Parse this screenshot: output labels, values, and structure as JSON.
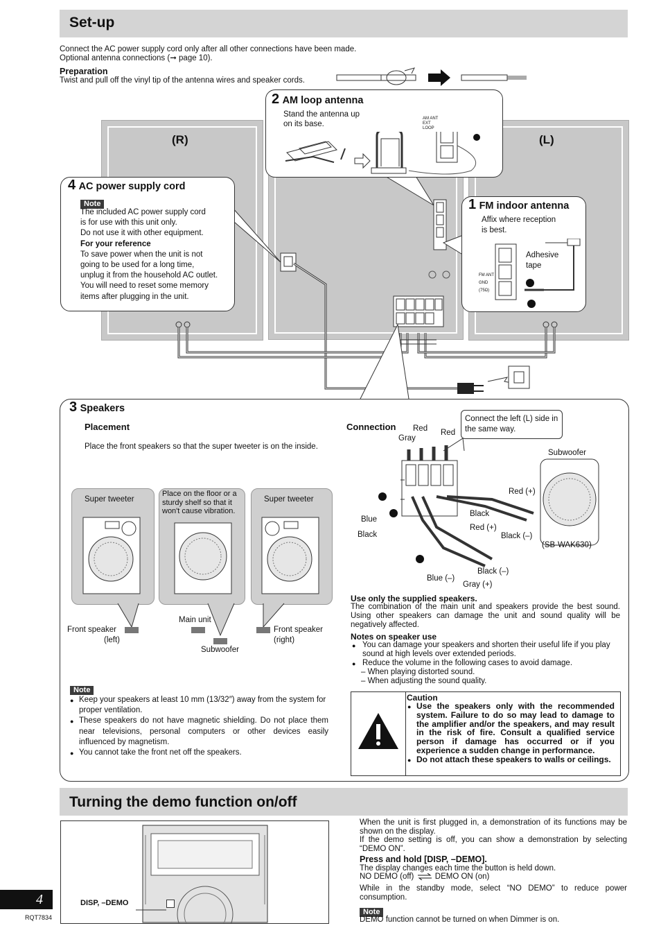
{
  "setup": {
    "title": "Set-up",
    "intro1": "Connect the AC power supply cord only after all other connections have been made.",
    "intro2": "Optional antenna connections (➞ page 10).",
    "prep_heading": "Preparation",
    "prep_text": "Twist and pull off the vinyl tip of the antenna wires and speaker cords."
  },
  "panels": {
    "right_label": "(R)",
    "left_label": "(L)"
  },
  "am": {
    "number": "2",
    "heading": "AM loop antenna",
    "text1": "Stand the antenna up",
    "text2": "on its base.",
    "term1": "AM ANT",
    "term2": "EXT",
    "term3": "LOOP"
  },
  "ac": {
    "number": "4",
    "heading": "AC power supply cord",
    "note_tag": "Note",
    "line1": "The included AC power supply cord",
    "line2": "is for use with this unit only.",
    "line3": "Do not use it with other equipment.",
    "ref_heading": "For your reference",
    "line4": "To save power when the unit is not",
    "line5": "going to be used for a long time,",
    "line6": "unplug it from the household AC outlet.",
    "line7": "You will need to reset some memory",
    "line8": "items after plugging in the unit."
  },
  "fm": {
    "number": "1",
    "heading": "FM indoor antenna",
    "text1": "Affix where reception",
    "text2": "is best.",
    "tape1": "Adhesive",
    "tape2": "tape",
    "term1": "FM ANT",
    "term2": "GND",
    "term3": "(75Ω)"
  },
  "speakers": {
    "number": "3",
    "heading": "Speakers",
    "placement_heading": "Placement",
    "placement_text": "Place the front speakers so that the super tweeter is on the inside.",
    "super_tweeter_left": "Super tweeter",
    "super_tweeter_right": "Super tweeter",
    "sub_place": "Place on the floor or a sturdy shelf so that it won't cause vibration.",
    "front_left1": "Front speaker",
    "front_left2": "(left)",
    "main_unit": "Main unit",
    "subwoofer": "Subwoofer",
    "front_right1": "Front speaker",
    "front_right2": "(right)",
    "note_tag": "Note",
    "notes": [
      "Keep your speakers at least 10 mm (13/32″) away from the system for proper ventilation.",
      "These speakers do not have magnetic shielding. Do not place them near televisions, personal computers or other devices easily influenced by magnetism.",
      "You cannot take the front net off the speakers."
    ],
    "connection_heading": "Connection",
    "conn_callout": "Connect the left (L) side in the same way.",
    "c_red1": "Red",
    "c_red2": "Red",
    "c_gray": "Gray",
    "c_subwoofer": "Subwoofer",
    "c_red_plus1": "Red (+)",
    "c_blue": "Blue",
    "c_black1": "Black",
    "c_black2": "Black",
    "c_red_plus2": "Red (+)",
    "c_black_minus1": "Black (–)",
    "c_model": "(SB-WAK630)",
    "c_blue_minus": "Blue (–)",
    "c_black_minus2": "Black (–)",
    "c_gray_plus": "Gray (+)",
    "use_only_heading": "Use only the supplied speakers.",
    "use_only_text": "The combination of the main unit and speakers provide the best sound. Using other speakers can damage the unit and sound quality will be negatively affected.",
    "notes_use_heading": "Notes on speaker use",
    "notes_use": [
      "You can damage your speakers and shorten their useful life if you play sound at high levels over extended periods.",
      "Reduce the volume in the following cases to avoid damage."
    ],
    "dash1": "– When playing distorted sound.",
    "dash2": "– When adjusting the sound quality.",
    "caution_heading": "Caution",
    "caution": [
      "Use the speakers only with the recommended system. Failure to do so may lead to damage to the amplifier and/or the speakers, and may result in the risk of fire. Consult a qualified service person if damage has occurred or if you experience a sudden change in performance.",
      "Do not attach these speakers to walls or ceilings."
    ]
  },
  "demo": {
    "title": "Turning the demo function on/off",
    "button_label": "DISP, –DEMO",
    "p1": "When the unit is first plugged in, a demonstration of its functions may be shown on the display.",
    "p2": "If the demo setting is off, you can show a demonstration by selecting “DEMO ON”.",
    "press_heading": "Press and hold [DISP, –DEMO].",
    "press_text": "The display changes each time the button is held down.",
    "nodemo": "NO DEMO (off)",
    "demoon": "DEMO ON (on)",
    "standby": "While in the standby mode, select “NO DEMO” to reduce power consumption.",
    "note_tag": "Note",
    "note_text": "DEMO function cannot be turned on when Dimmer is on."
  },
  "footer": {
    "page_number": "4",
    "code": "RQT7834"
  }
}
